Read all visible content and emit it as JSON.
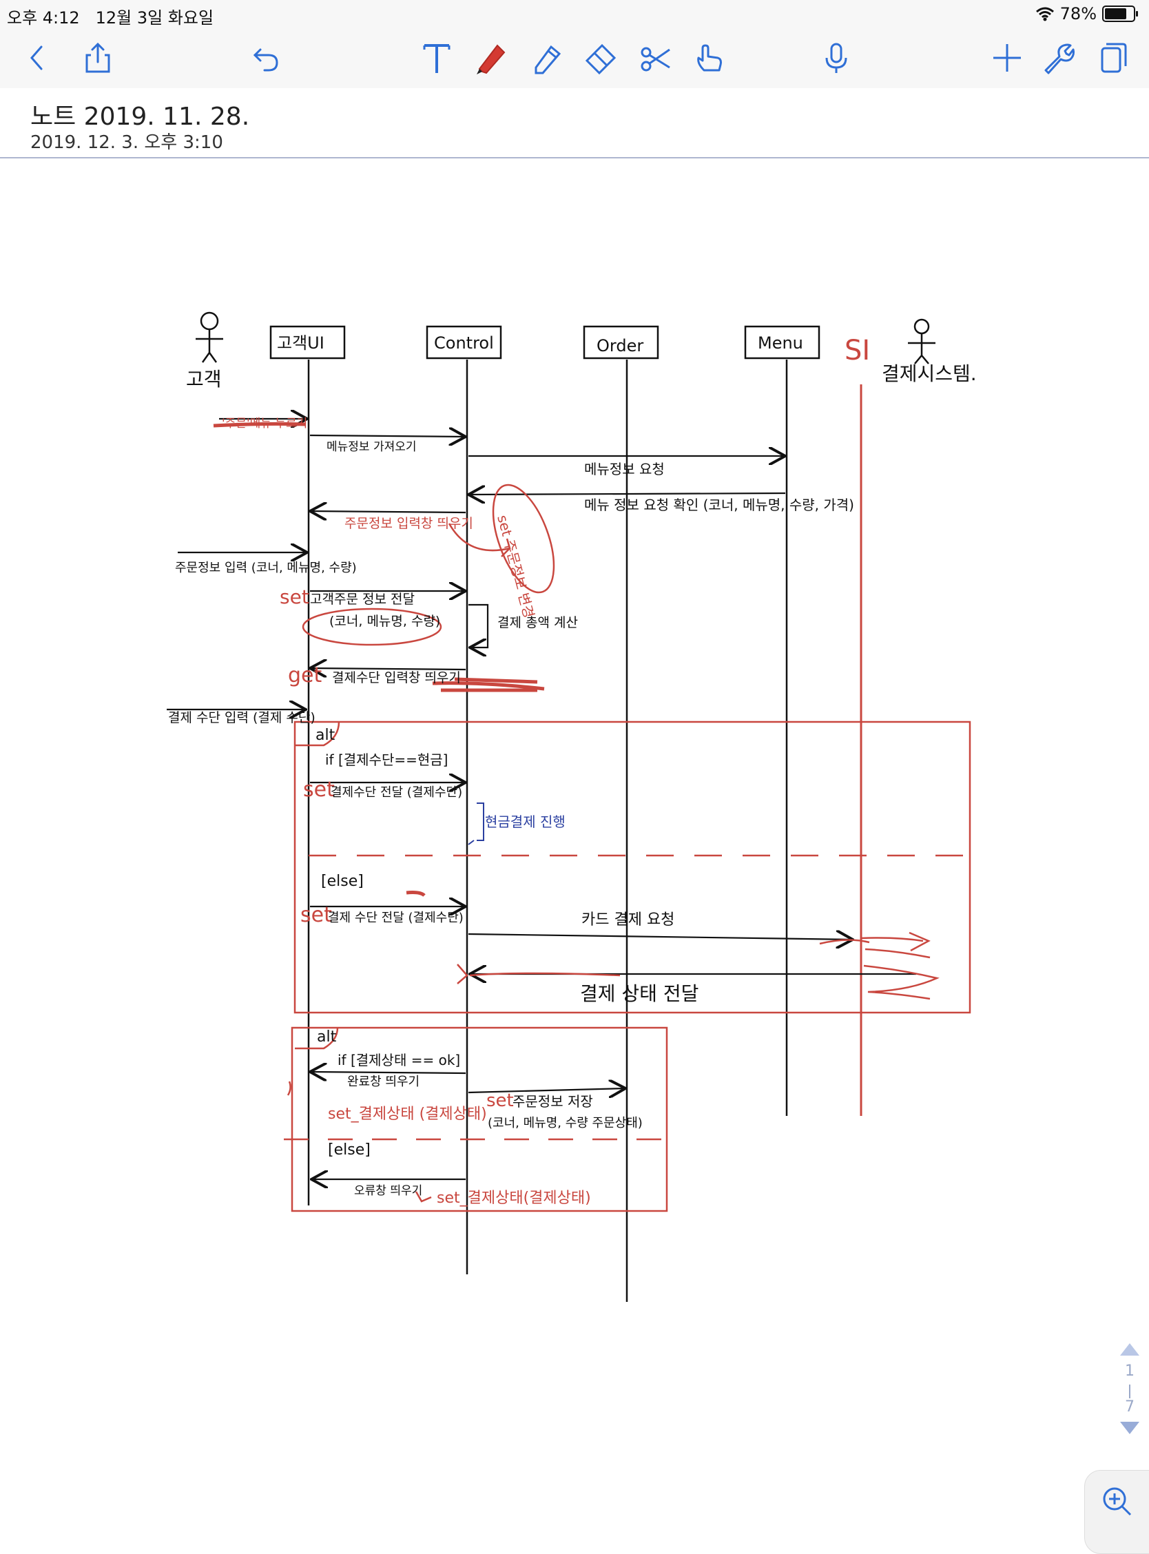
{
  "status_bar": {
    "time": "오후 4:12",
    "date": "12월 3일 화요일",
    "battery": "78%",
    "battery_level": 0.78
  },
  "toolbar": {
    "icons": [
      "back-chevron-icon",
      "share-icon",
      "undo-icon",
      "text-tool-icon",
      "pen-tool-icon",
      "highlighter-tool-icon",
      "eraser-tool-icon",
      "lasso-scissors-icon",
      "hand-pointer-icon",
      "microphone-icon",
      "add-icon",
      "wrench-icon",
      "pages-icon"
    ],
    "pen_color": "#d43a32",
    "icon_color": "#2f6fd6"
  },
  "note": {
    "title": "노트 2019. 11. 28.",
    "date": "2019. 12. 3. 오후 3:10"
  },
  "diagram": {
    "actor_customer": "고객",
    "actor_payment": "결제시스템.",
    "payment_system_note": "SI",
    "lifelines": [
      "고객UI",
      "Control",
      "Order",
      "Menu"
    ],
    "messages": {
      "m1": "'주문'메뉴 누르기",
      "m2": "메뉴정보 가져오기",
      "m3": "메뉴정보 요청",
      "m4": "메뉴 정보 요청 확인 (코너, 메뉴명, 수량, 가격)",
      "m5": "주문정보 입력창 띄우기",
      "m5_note": "set 주문정보 변경",
      "m6": "주문정보 입력 (코너, 메뉴명, 수량)",
      "m7_prefix": "set",
      "m7": "고객주문 정보 전달",
      "m7_detail": "(코너, 메뉴명, 수량)",
      "m8": "결제 총액 계산",
      "m9_prefix": "get",
      "m9": "결제수단 입력창 띄우기",
      "m10": "결제 수단 입력 (결제 수단)",
      "alt1": "alt",
      "alt1_if": "if [결제수단==현금]",
      "m11_prefix": "set",
      "m11": "결제수단 전달 (결제수단)",
      "m11_note": "현금결제 진행",
      "else1": "[else]",
      "m12_prefix": "set",
      "m12": "결제 수단 전달 (결제수단)",
      "m13": "카드 결제 요청",
      "m14": "결제 상태 전달",
      "alt2": "alt",
      "alt2_if": "if [결제상태 == ok]",
      "m15": "완료창 띄우기",
      "m15_set": "set_결제상태 (결제상태)",
      "m16_prefix": "set",
      "m16": "주문정보 저장",
      "m16_detail": "(코너, 메뉴명, 수량 주문상태)",
      "else2": "[else]",
      "m17": "오류창 띄우기",
      "m17_set": "set_결제상태(결제상태)"
    }
  },
  "pager": {
    "current": "1",
    "total": "7"
  }
}
